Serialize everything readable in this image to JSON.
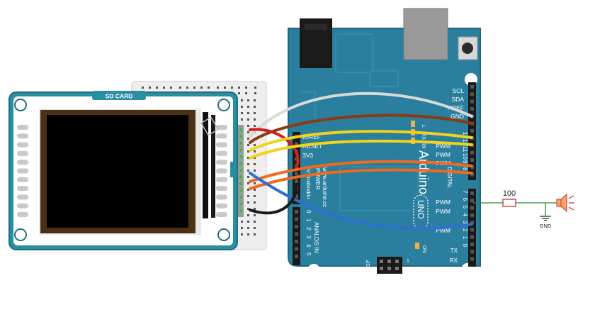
{
  "lcd_module": {
    "sd_card_label": "SD CARD"
  },
  "arduino": {
    "brand": "Arduino",
    "model": "UNO",
    "website": "www.arduino.cc",
    "header_labels_top": [
      "SCL",
      "SDA",
      "AREF",
      "GND"
    ],
    "digital_pins_high": [
      "13",
      "12",
      "11",
      "10",
      "9",
      "8"
    ],
    "digital_pins_low": [
      "7",
      "6",
      "5",
      "4",
      "3",
      "2",
      "1",
      "0"
    ],
    "digital_label": "DIGITAL",
    "pwm_label": "PWM",
    "power_pins": [
      "IOREF",
      "RESET",
      "3V3",
      "5V",
      "Gnd",
      "Gnd",
      "Vin"
    ],
    "power_label": "POWER",
    "analog_pins": [
      "0",
      "1",
      "2",
      "3",
      "4",
      "5"
    ],
    "analog_label": "ANALOG IN",
    "led_labels": [
      "L",
      "TX",
      "RX"
    ],
    "icsp_label": "ICSP",
    "tx_label": "TX",
    "rx_label": "RX",
    "on_label": "ON",
    "pin_one_label": "1"
  },
  "speaker_circuit": {
    "resistor_value": "100",
    "ground_label": "GND"
  },
  "colors": {
    "board": "#2a7f9e",
    "board_edge": "#1f6580",
    "module": "#2a8ea3",
    "wire_white": "#e8e8e8",
    "wire_brown": "#8a3a14",
    "wire_red": "#cc1f1f",
    "wire_yellow": "#f2d21c",
    "wire_orange": "#f06a1e",
    "wire_blue": "#2f6fd1",
    "wire_black": "#1a1a1a",
    "circuit_green": "#2e8b2e"
  }
}
